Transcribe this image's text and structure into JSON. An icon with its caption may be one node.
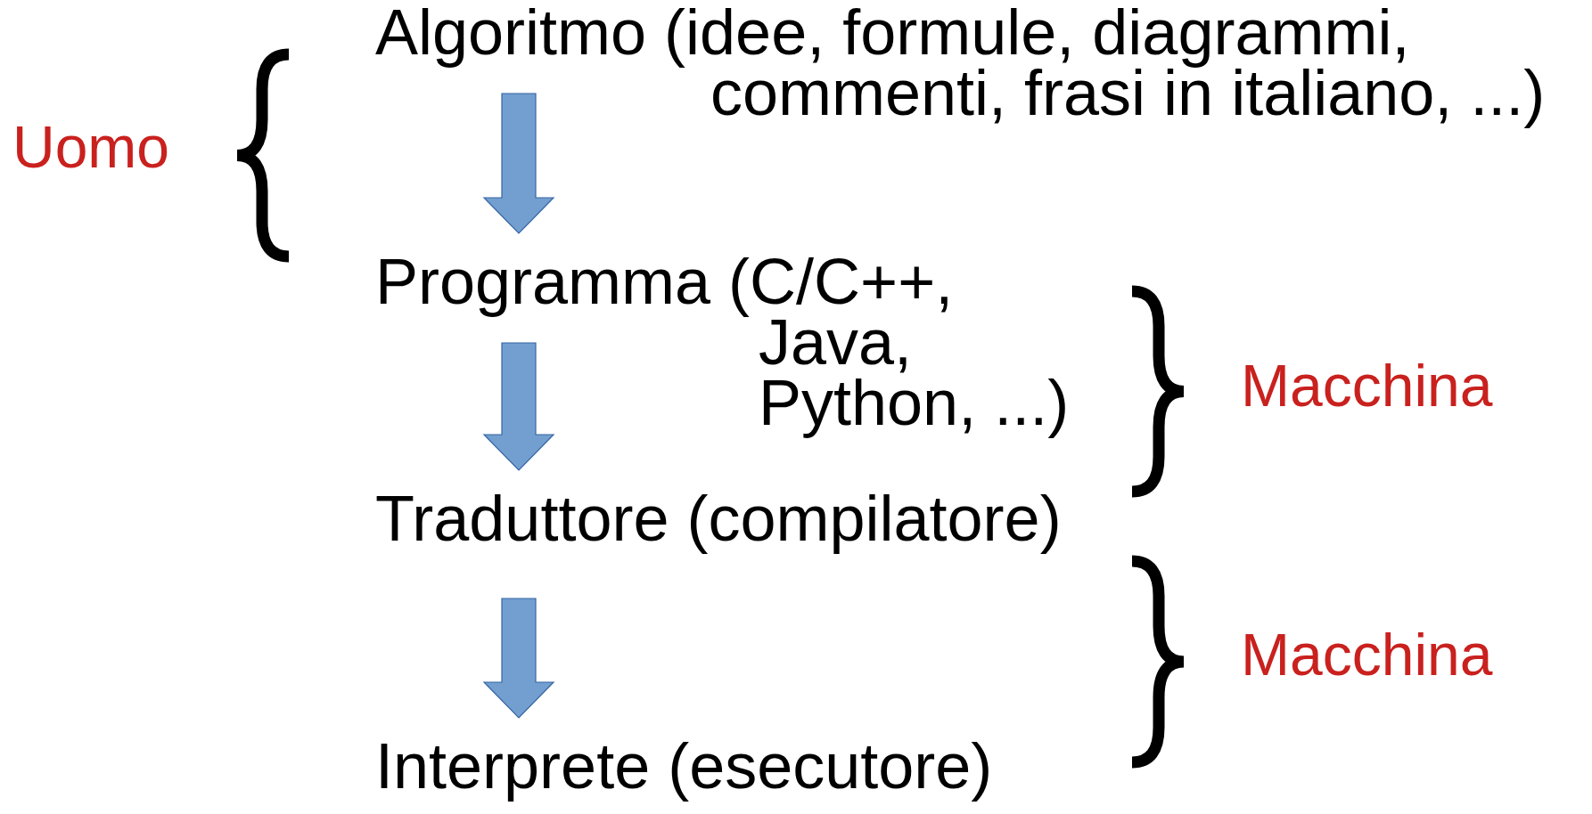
{
  "diagram": {
    "nodes": [
      {
        "text": [
          "Algoritmo (idee, formule, diagrammi, commenti, frasi in italiano, ...)"
        ]
      },
      {
        "text": [
          "Programma (C/C++, Java, Python, ...)"
        ]
      },
      {
        "text": [
          "Traduttore (compilatore)"
        ]
      },
      {
        "text": [
          "Interprete (esecutore)"
        ]
      }
    ],
    "edges": [
      {
        "from": 0,
        "to": 1,
        "arrow": "to"
      },
      {
        "from": 1,
        "to": 2,
        "arrow": "to"
      },
      {
        "from": 2,
        "to": 3,
        "arrow": "to"
      }
    ],
    "labels": [
      "Uomo",
      "Macchina",
      "Macchina"
    ]
  }
}
